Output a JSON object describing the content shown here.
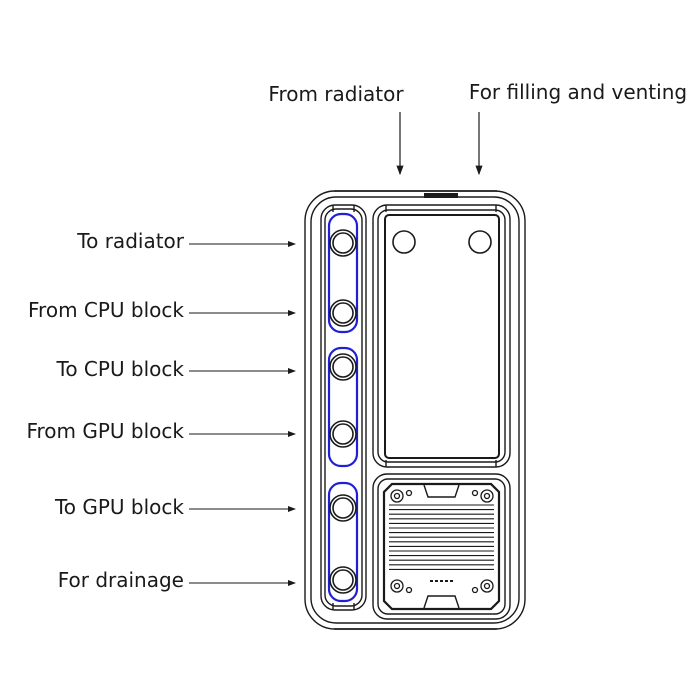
{
  "title": "Distribution plate port diagram",
  "colors": {
    "line": "#1a1a1a",
    "channel": "#1f1fd6",
    "background": "#ffffff"
  },
  "top_labels": [
    {
      "id": "from-radiator",
      "text": "From radiator"
    },
    {
      "id": "filling-venting",
      "text": "For filling and venting"
    }
  ],
  "side_labels": [
    {
      "id": "to-radiator",
      "text": "To radiator"
    },
    {
      "id": "from-cpu-block",
      "text": "From CPU block"
    },
    {
      "id": "to-cpu-block",
      "text": "To CPU block"
    },
    {
      "id": "from-gpu-block",
      "text": "From GPU block"
    },
    {
      "id": "to-gpu-block",
      "text": "To GPU block"
    },
    {
      "id": "for-drainage",
      "text": "For drainage"
    }
  ],
  "components": {
    "reservoir": "reservoir-window",
    "pump": "pump-unit",
    "channels": [
      "radiator-cpu-channel",
      "cpu-gpu-channel",
      "gpu-drain-channel"
    ]
  }
}
